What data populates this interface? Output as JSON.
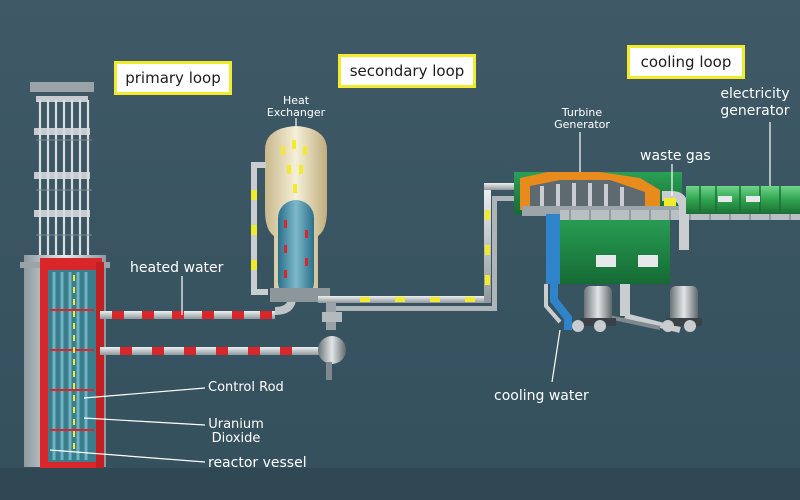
{
  "loops": {
    "primary": "primary loop",
    "secondary": "secondary loop",
    "cooling": "cooling loop"
  },
  "labels": {
    "heat_exchanger_line1": "Heat",
    "heat_exchanger_line2": "Exchanger",
    "turbine_line1": "Turbine",
    "turbine_line2": "Generator",
    "electricity_line1": "electricity",
    "electricity_line2": "generator",
    "waste_gas": "waste gas",
    "heated_water": "heated water",
    "control_rod": "Control Rod",
    "uranium_line1": "Uranium",
    "uranium_line2": "Dioxide",
    "reactor_vessel": "reactor vessel",
    "cooling_water": "cooling water"
  },
  "colors": {
    "background": "#3b5461",
    "accent_yellow": "#f2ea2c",
    "reactor_red": "#d8262a",
    "pipe_gray": "#c9cdd0",
    "turbine_green": "#1f8a43",
    "turbine_orange": "#e88a1c",
    "generator_green": "#2fa34e",
    "water_blue": "#2f84c9"
  }
}
